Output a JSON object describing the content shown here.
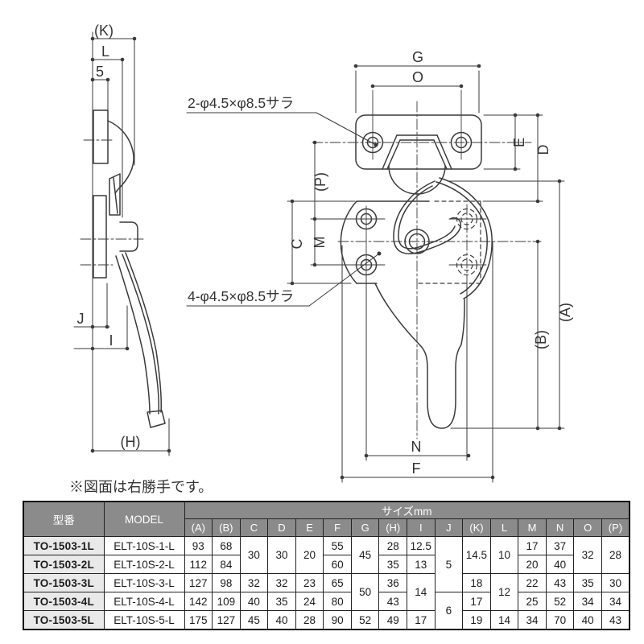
{
  "drawing": {
    "note": "※図面は右勝手です。",
    "callout_top": "2-φ4.5×φ8.5サラ",
    "callout_body": "4-φ4.5×φ8.5サラ",
    "labels": {
      "K": "(K)",
      "L": "L",
      "five": "5",
      "J": "J",
      "I": "I",
      "H": "(H)",
      "G": "G",
      "O": "O",
      "E": "E",
      "D": "D",
      "P": "(P)",
      "M": "M",
      "C": "C",
      "A": "(A)",
      "B": "(B)",
      "N": "N",
      "F": "F"
    }
  },
  "table": {
    "header": {
      "model_no": "型番",
      "model": "MODEL",
      "size": "サイズmm"
    },
    "size_columns": [
      "(A)",
      "(B)",
      "C",
      "D",
      "E",
      "F",
      "G",
      "(H)",
      "I",
      "J",
      "(K)",
      "L",
      "M",
      "N",
      "O",
      "(P)"
    ],
    "rows": [
      {
        "no": "TO-1503-1L",
        "model": "ELT-10S-1-L",
        "a": "93",
        "b": "68",
        "c": "30",
        "d": "30",
        "e": "20",
        "f": "55",
        "g": "45",
        "h": "28",
        "i": "12.5",
        "j": "5",
        "k": "14.5",
        "l": "10",
        "m": "17",
        "n": "37",
        "o": "32",
        "p": "28"
      },
      {
        "no": "TO-1503-2L",
        "model": "ELT-10S-2-L",
        "a": "112",
        "b": "84",
        "f": "60",
        "h": "35",
        "i": "13",
        "m": "20",
        "n": "40"
      },
      {
        "no": "TO-1503-3L",
        "model": "ELT-10S-3-L",
        "a": "127",
        "b": "98",
        "c": "32",
        "d": "32",
        "e": "23",
        "f": "65",
        "g": "50",
        "h": "36",
        "i": "14",
        "k": "18",
        "l": "12",
        "m": "22",
        "n": "43",
        "o": "35",
        "p": "30"
      },
      {
        "no": "TO-1503-4L",
        "model": "ELT-10S-4-L",
        "a": "142",
        "b": "109",
        "c": "40",
        "d": "35",
        "e": "24",
        "f": "80",
        "h": "43",
        "j": "6",
        "k": "17",
        "m": "25",
        "n": "52",
        "o": "34",
        "p": "34"
      },
      {
        "no": "TO-1503-5L",
        "model": "ELT-10S-5-L",
        "a": "175",
        "b": "127",
        "c": "45",
        "d": "40",
        "e": "28",
        "f": "90",
        "g": "52",
        "h": "49",
        "i": "17",
        "k": "19",
        "l": "14",
        "m": "34",
        "n": "70",
        "o": "40",
        "p": "43"
      }
    ]
  },
  "colors": {
    "line": "#3a3a3a",
    "header_bg": "#8b8b8b",
    "header_text": "#ffffff",
    "row_label_bg": "#e9e9e9",
    "border": "#222222"
  }
}
